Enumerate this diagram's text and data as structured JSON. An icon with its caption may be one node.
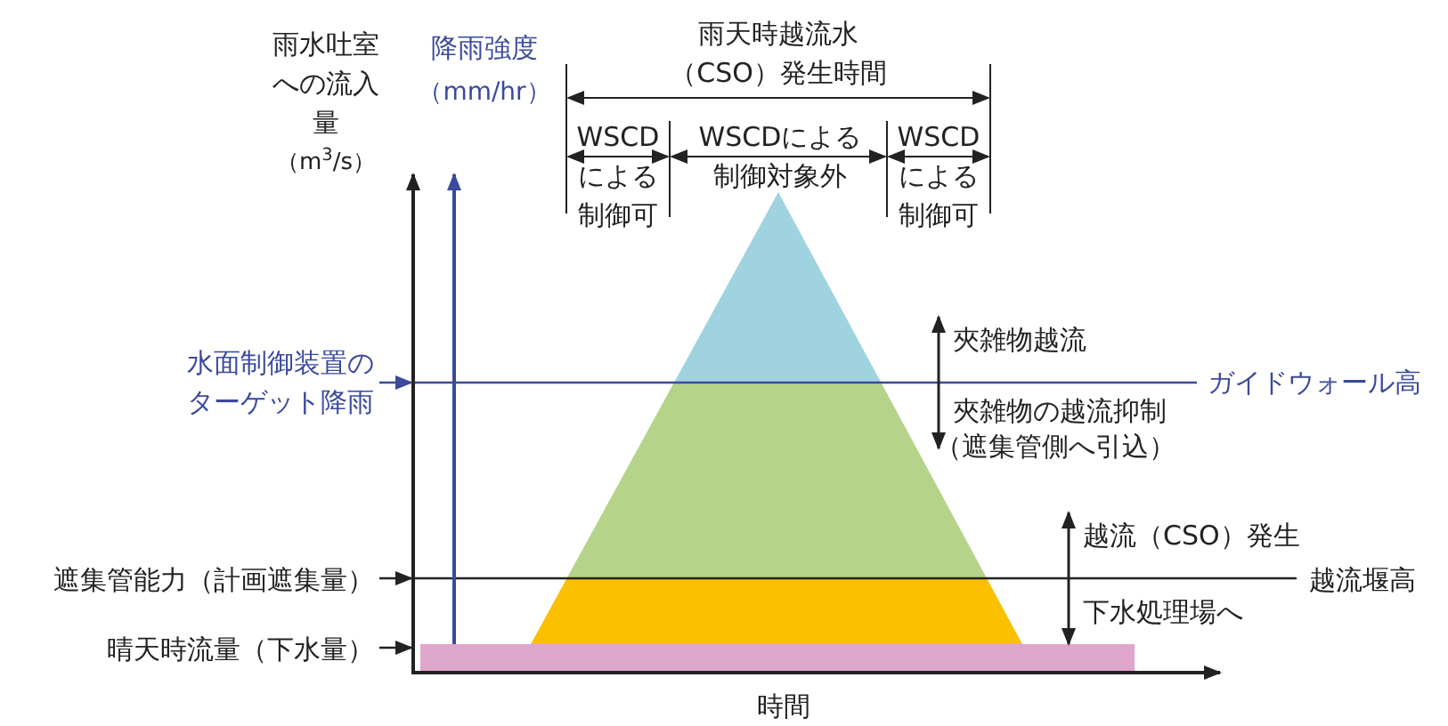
{
  "diagram": {
    "nodes": [
      {
        "text": [
          "水面制御装置のターゲット降雨"
        ]
      },
      {
        "text": [
          "遮集管能力（計画遮集量）"
        ]
      },
      {
        "text": [
          "晴天時流量（下水量）"
        ]
      }
    ],
    "edges": [
      {
        "from": 0,
        "to": null,
        "arrow": "to",
        "color": "#3b4a9c"
      },
      {
        "from": 1,
        "to": null,
        "arrow": "to"
      },
      {
        "from": 2,
        "to": null,
        "arrow": "to"
      }
    ],
    "labels": [
      "雨天時越流水（CSO）発生時間",
      "雨水吐室への流入量",
      "（m$^{3}$/s）",
      "降雨強度",
      "（mm/hr）",
      "WSCDによる制御可",
      "WSCDによる制御対象外",
      "WSCDによる制御可",
      "夾雑物越流",
      "ガイドウォール高",
      "夾雑物の越流抑制",
      "（遮集管側へ引込）",
      "越流（CSO）発生",
      "越流堰高",
      "下水処理場へ",
      "時間"
    ]
  }
}
